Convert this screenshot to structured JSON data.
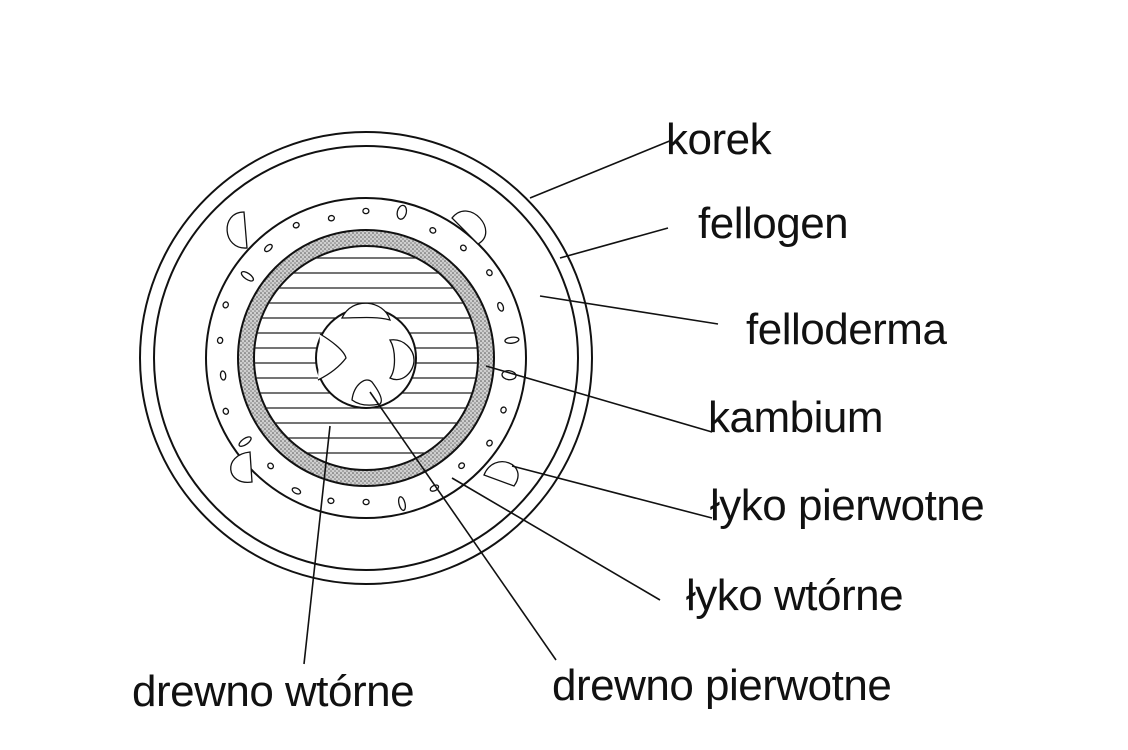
{
  "labels": {
    "korek": "korek",
    "fellogen": "fellogen",
    "felloderma": "felloderma",
    "kambium": "kambium",
    "lyko_pierwotne": "łyko pierwotne",
    "lyko_wtorne": "łyko wtórne",
    "drewno_wtorne": "drewno wtórne",
    "drewno_pierwotne": "drewno pierwotne"
  }
}
